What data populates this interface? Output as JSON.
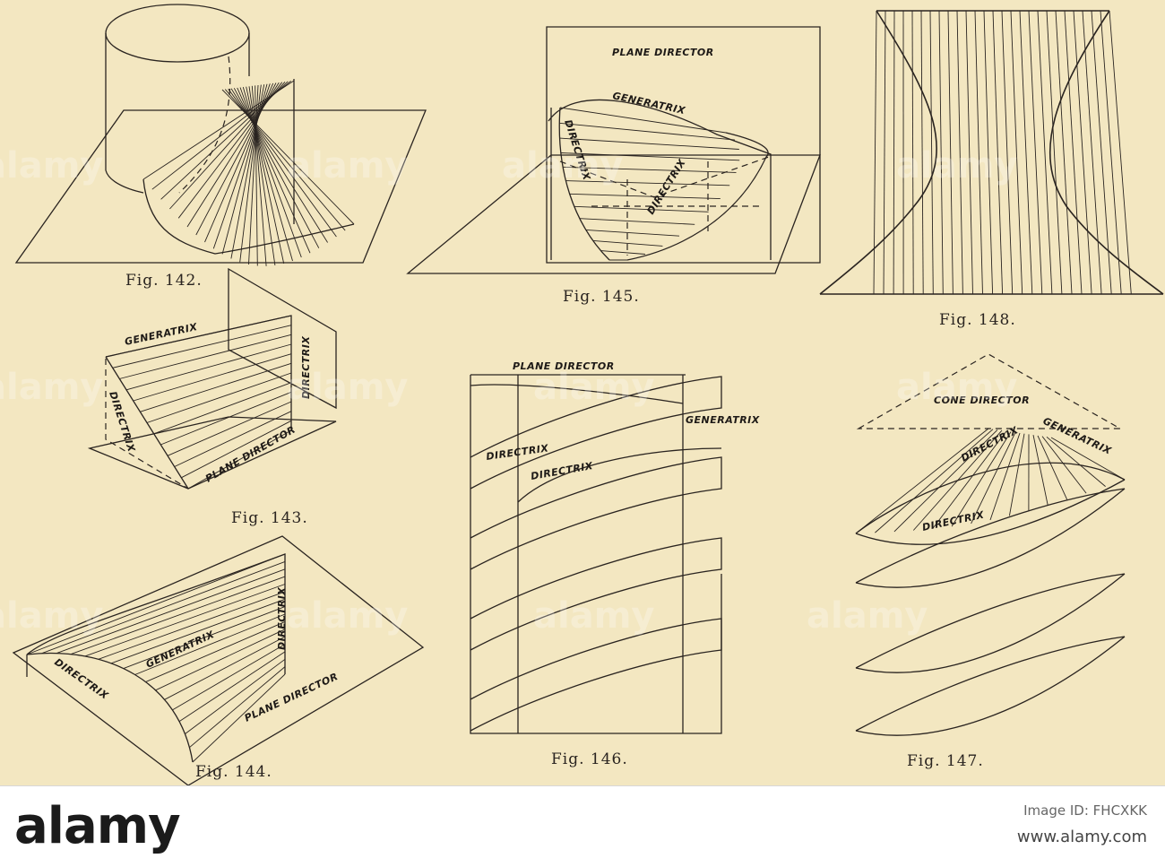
{
  "plate": {
    "figures": [
      {
        "id": "fig-142",
        "caption": "Fig. 142."
      },
      {
        "id": "fig-143",
        "caption": "Fig. 143.",
        "labels": [
          "GENERATRIX",
          "DIRECTRIX",
          "DIRECTRIX",
          "PLANE DIRECTOR"
        ]
      },
      {
        "id": "fig-144",
        "caption": "Fig. 144.",
        "labels": [
          "GENERATRIX",
          "DIRECTRIX",
          "DIRECTRIX",
          "PLANE DIRECTOR"
        ]
      },
      {
        "id": "fig-145",
        "caption": "Fig. 145.",
        "labels": [
          "PLANE DIRECTOR",
          "GENERATRIX",
          "DIRECTRIX",
          "DIRECTRIX"
        ]
      },
      {
        "id": "fig-146",
        "caption": "Fig. 146.",
        "labels": [
          "PLANE DIRECTOR",
          "GENERATRIX",
          "DIRECTRIX",
          "DIRECTRIX"
        ]
      },
      {
        "id": "fig-147",
        "caption": "Fig. 147.",
        "labels": [
          "CONE DIRECTOR",
          "GENERATRIX",
          "DIRECTRIX",
          "DIRECTRIX"
        ]
      },
      {
        "id": "fig-148",
        "caption": "Fig. 148."
      }
    ],
    "watermark": "alamy"
  },
  "footer": {
    "brand": "alamy",
    "image_id": "Image ID: FHCXKK",
    "domain": "www.alamy.com"
  }
}
